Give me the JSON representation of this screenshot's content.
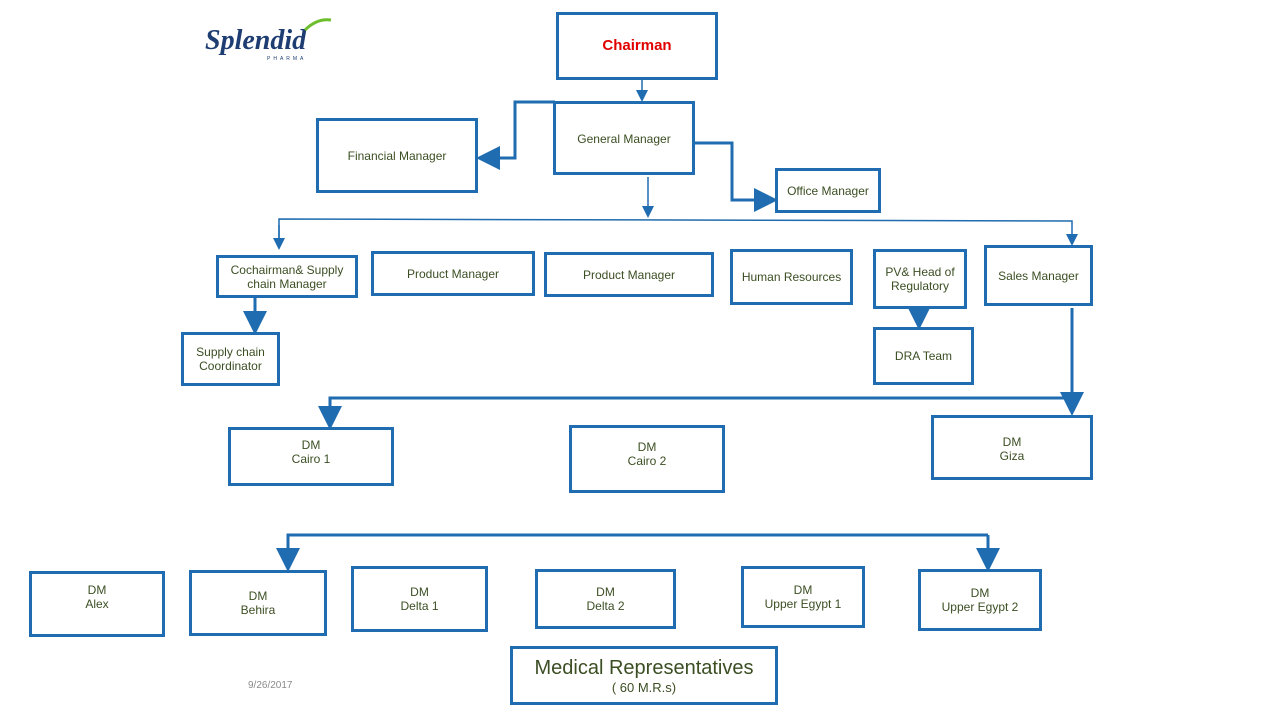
{
  "logo": {
    "text": "Splendid",
    "sub": "PHARMA",
    "colors": {
      "text": "#1E3E73",
      "leaf": "#6DBE2D"
    }
  },
  "colors": {
    "border": "#1F6CB0",
    "text": "#3B4E23",
    "chairman": "#E00000"
  },
  "nodes": {
    "chairman": "Chairman",
    "general_manager": "General Manager",
    "financial_manager": "Financial  Manager",
    "office_manager": "Office Manager",
    "cochairman": [
      "Cochairman& Supply",
      "chain Manager"
    ],
    "product_manager_1": "Product Manager",
    "product_manager_2": "Product Manager",
    "human_resources": "Human Resources",
    "pv_head": [
      "PV& Head of",
      "Regulatory"
    ],
    "sales_manager": "Sales Manager",
    "supply_chain": [
      "Supply chain",
      "Coordinator"
    ],
    "dra_team": "DRA Team",
    "dm_cairo1": [
      "DM",
      "Cairo 1"
    ],
    "dm_cairo2": [
      "DM",
      "Cairo 2"
    ],
    "dm_giza": [
      "DM",
      "Giza"
    ],
    "dm_alex": [
      "DM",
      "Alex"
    ],
    "dm_behira": [
      "DM",
      "Behira"
    ],
    "dm_delta1": [
      "DM",
      "Delta 1"
    ],
    "dm_delta2": [
      "DM",
      "Delta 2"
    ],
    "dm_upper1": [
      "DM",
      "Upper Egypt 1"
    ],
    "dm_upper2": [
      "DM",
      "Upper Egypt 2"
    ]
  },
  "medical_reps": {
    "title": "Medical Representatives",
    "count": "(  60 M.R.s)"
  },
  "date": "9/26/2017"
}
